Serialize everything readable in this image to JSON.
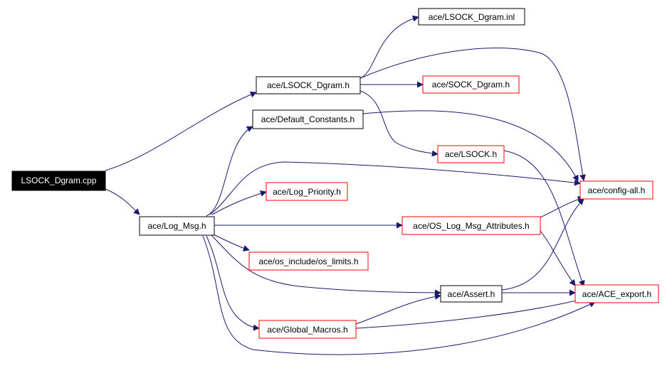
{
  "colors": {
    "edge": "#191970",
    "root_fill": "#000000",
    "root_text": "#ffffff",
    "documented_border": "#000000",
    "undocumented_border": "#ff0000",
    "node_fill": "#ffffff",
    "node_text": "#000000"
  },
  "nodes": [
    {
      "id": "lsock_dgram_cpp",
      "label": "LSOCK_Dgram.cpp",
      "style": "root"
    },
    {
      "id": "lsock_dgram_h",
      "label": "ace/LSOCK_Dgram.h",
      "style": "documented"
    },
    {
      "id": "log_msg_h",
      "label": "ace/Log_Msg.h",
      "style": "documented"
    },
    {
      "id": "lsock_dgram_inl",
      "label": "ace/LSOCK_Dgram.inl",
      "style": "documented"
    },
    {
      "id": "sock_dgram_h",
      "label": "ace/SOCK_Dgram.h",
      "style": "undocumented"
    },
    {
      "id": "default_constants_h",
      "label": "ace/Default_Constants.h",
      "style": "documented"
    },
    {
      "id": "lsock_h",
      "label": "ace/LSOCK.h",
      "style": "undocumented"
    },
    {
      "id": "config_all_h",
      "label": "ace/config-all.h",
      "style": "undocumented"
    },
    {
      "id": "log_priority_h",
      "label": "ace/Log_Priority.h",
      "style": "undocumented"
    },
    {
      "id": "os_log_msg_attributes_h",
      "label": "ace/OS_Log_Msg_Attributes.h",
      "style": "undocumented"
    },
    {
      "id": "os_limits_h",
      "label": "ace/os_include/os_limits.h",
      "style": "undocumented"
    },
    {
      "id": "assert_h",
      "label": "ace/Assert.h",
      "style": "documented"
    },
    {
      "id": "ace_export_h",
      "label": "ace/ACE_export.h",
      "style": "undocumented"
    },
    {
      "id": "global_macros_h",
      "label": "ace/Global_Macros.h",
      "style": "undocumented"
    }
  ],
  "edges": [
    {
      "from": "lsock_dgram_cpp",
      "to": "lsock_dgram_h"
    },
    {
      "from": "lsock_dgram_cpp",
      "to": "log_msg_h"
    },
    {
      "from": "lsock_dgram_h",
      "to": "lsock_dgram_inl"
    },
    {
      "from": "lsock_dgram_h",
      "to": "sock_dgram_h"
    },
    {
      "from": "lsock_dgram_h",
      "to": "config_all_h"
    },
    {
      "from": "lsock_dgram_h",
      "to": "lsock_h"
    },
    {
      "from": "default_constants_h",
      "to": "config_all_h"
    },
    {
      "from": "lsock_h",
      "to": "ace_export_h"
    },
    {
      "from": "log_msg_h",
      "to": "default_constants_h"
    },
    {
      "from": "log_msg_h",
      "to": "config_all_h"
    },
    {
      "from": "log_msg_h",
      "to": "log_priority_h"
    },
    {
      "from": "log_msg_h",
      "to": "os_log_msg_attributes_h"
    },
    {
      "from": "log_msg_h",
      "to": "os_limits_h"
    },
    {
      "from": "log_msg_h",
      "to": "assert_h"
    },
    {
      "from": "log_msg_h",
      "to": "global_macros_h"
    },
    {
      "from": "log_msg_h",
      "to": "ace_export_h"
    },
    {
      "from": "os_log_msg_attributes_h",
      "to": "config_all_h"
    },
    {
      "from": "os_log_msg_attributes_h",
      "to": "ace_export_h"
    },
    {
      "from": "assert_h",
      "to": "config_all_h"
    },
    {
      "from": "assert_h",
      "to": "ace_export_h"
    },
    {
      "from": "global_macros_h",
      "to": "assert_h"
    },
    {
      "from": "global_macros_h",
      "to": "ace_export_h"
    }
  ]
}
